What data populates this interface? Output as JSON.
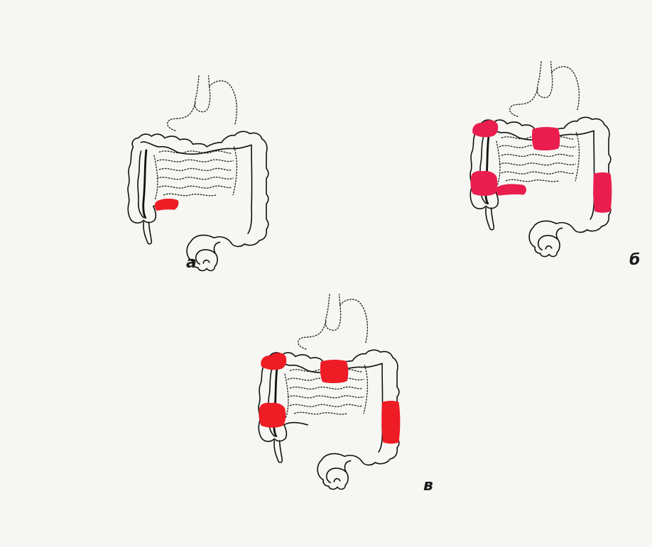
{
  "panels": [
    {
      "id": "a",
      "label": "а",
      "lesion_color": "#ee1c25",
      "lesion_sites": [
        "terminal-ileum"
      ]
    },
    {
      "id": "b",
      "label": "б",
      "lesion_color": "#ea1e4e",
      "lesion_sites": [
        "hepatic-flexure",
        "transverse-colon",
        "descending-colon",
        "cecum",
        "terminal-ileum"
      ]
    },
    {
      "id": "v",
      "label": "в",
      "lesion_color": "#ee1c25",
      "lesion_sites": [
        "hepatic-flexure",
        "transverse-colon",
        "descending-colon",
        "cecum"
      ]
    }
  ]
}
